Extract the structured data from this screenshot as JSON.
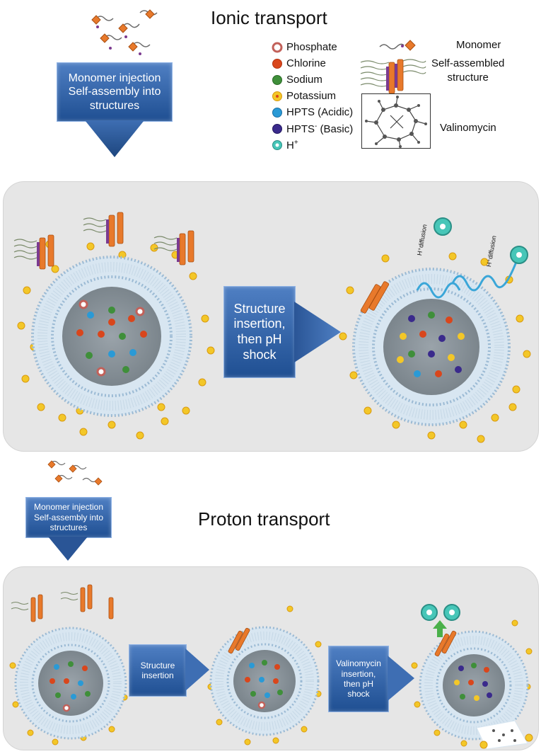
{
  "titles": {
    "ionic": "Ionic transport",
    "proton": "Proton transport"
  },
  "legend": {
    "items": [
      {
        "label": "Phosphate",
        "sup": "",
        "color": "#ffffff",
        "ring": "#c2615a"
      },
      {
        "label": "Chlorine",
        "sup": "",
        "color": "#d9461c",
        "ring": "#b33412"
      },
      {
        "label": "Sodium",
        "sup": "",
        "color": "#3f8f3a",
        "ring": "#2b6a27"
      },
      {
        "label": "Potassium",
        "sup": "",
        "color": "#f3c728",
        "ring": "#d99a10"
      },
      {
        "label": "HPTS (Acidic)",
        "sup": "",
        "color": "#2a9ad6",
        "ring": "#1a6ea3"
      },
      {
        "label": "HPTS",
        "sup": "-",
        "suffix": " (Basic)",
        "color": "#3a2a8c",
        "ring": "#24185f"
      },
      {
        "label": "H",
        "sup": "+",
        "suffix": "",
        "color": "#47c6b8",
        "ring": "#2a8f86"
      }
    ],
    "monomer": "Monomer",
    "self_assembled_1": "Self-assembled",
    "self_assembled_2": "structure",
    "valinomycin": "Valinomycin"
  },
  "ionic": {
    "injection_line1": "Monomer injection",
    "injection_line2": "Self-assembly into",
    "injection_line3": "structures",
    "step_line1": "Structure",
    "step_line2": "insertion,",
    "step_line3": "then pH",
    "step_line4": "shock",
    "diffusion_label": "H⁺diffusion"
  },
  "proton": {
    "injection_line1": "Monomer injection",
    "injection_line2": "Self-assembly into",
    "injection_line3": "structures",
    "step1_line1": "Structure",
    "step1_line2": "insertion",
    "step2_line1": "Valinomycin",
    "step2_line2": "insertion,",
    "step2_line3": "then pH",
    "step2_line4": "shock"
  }
}
